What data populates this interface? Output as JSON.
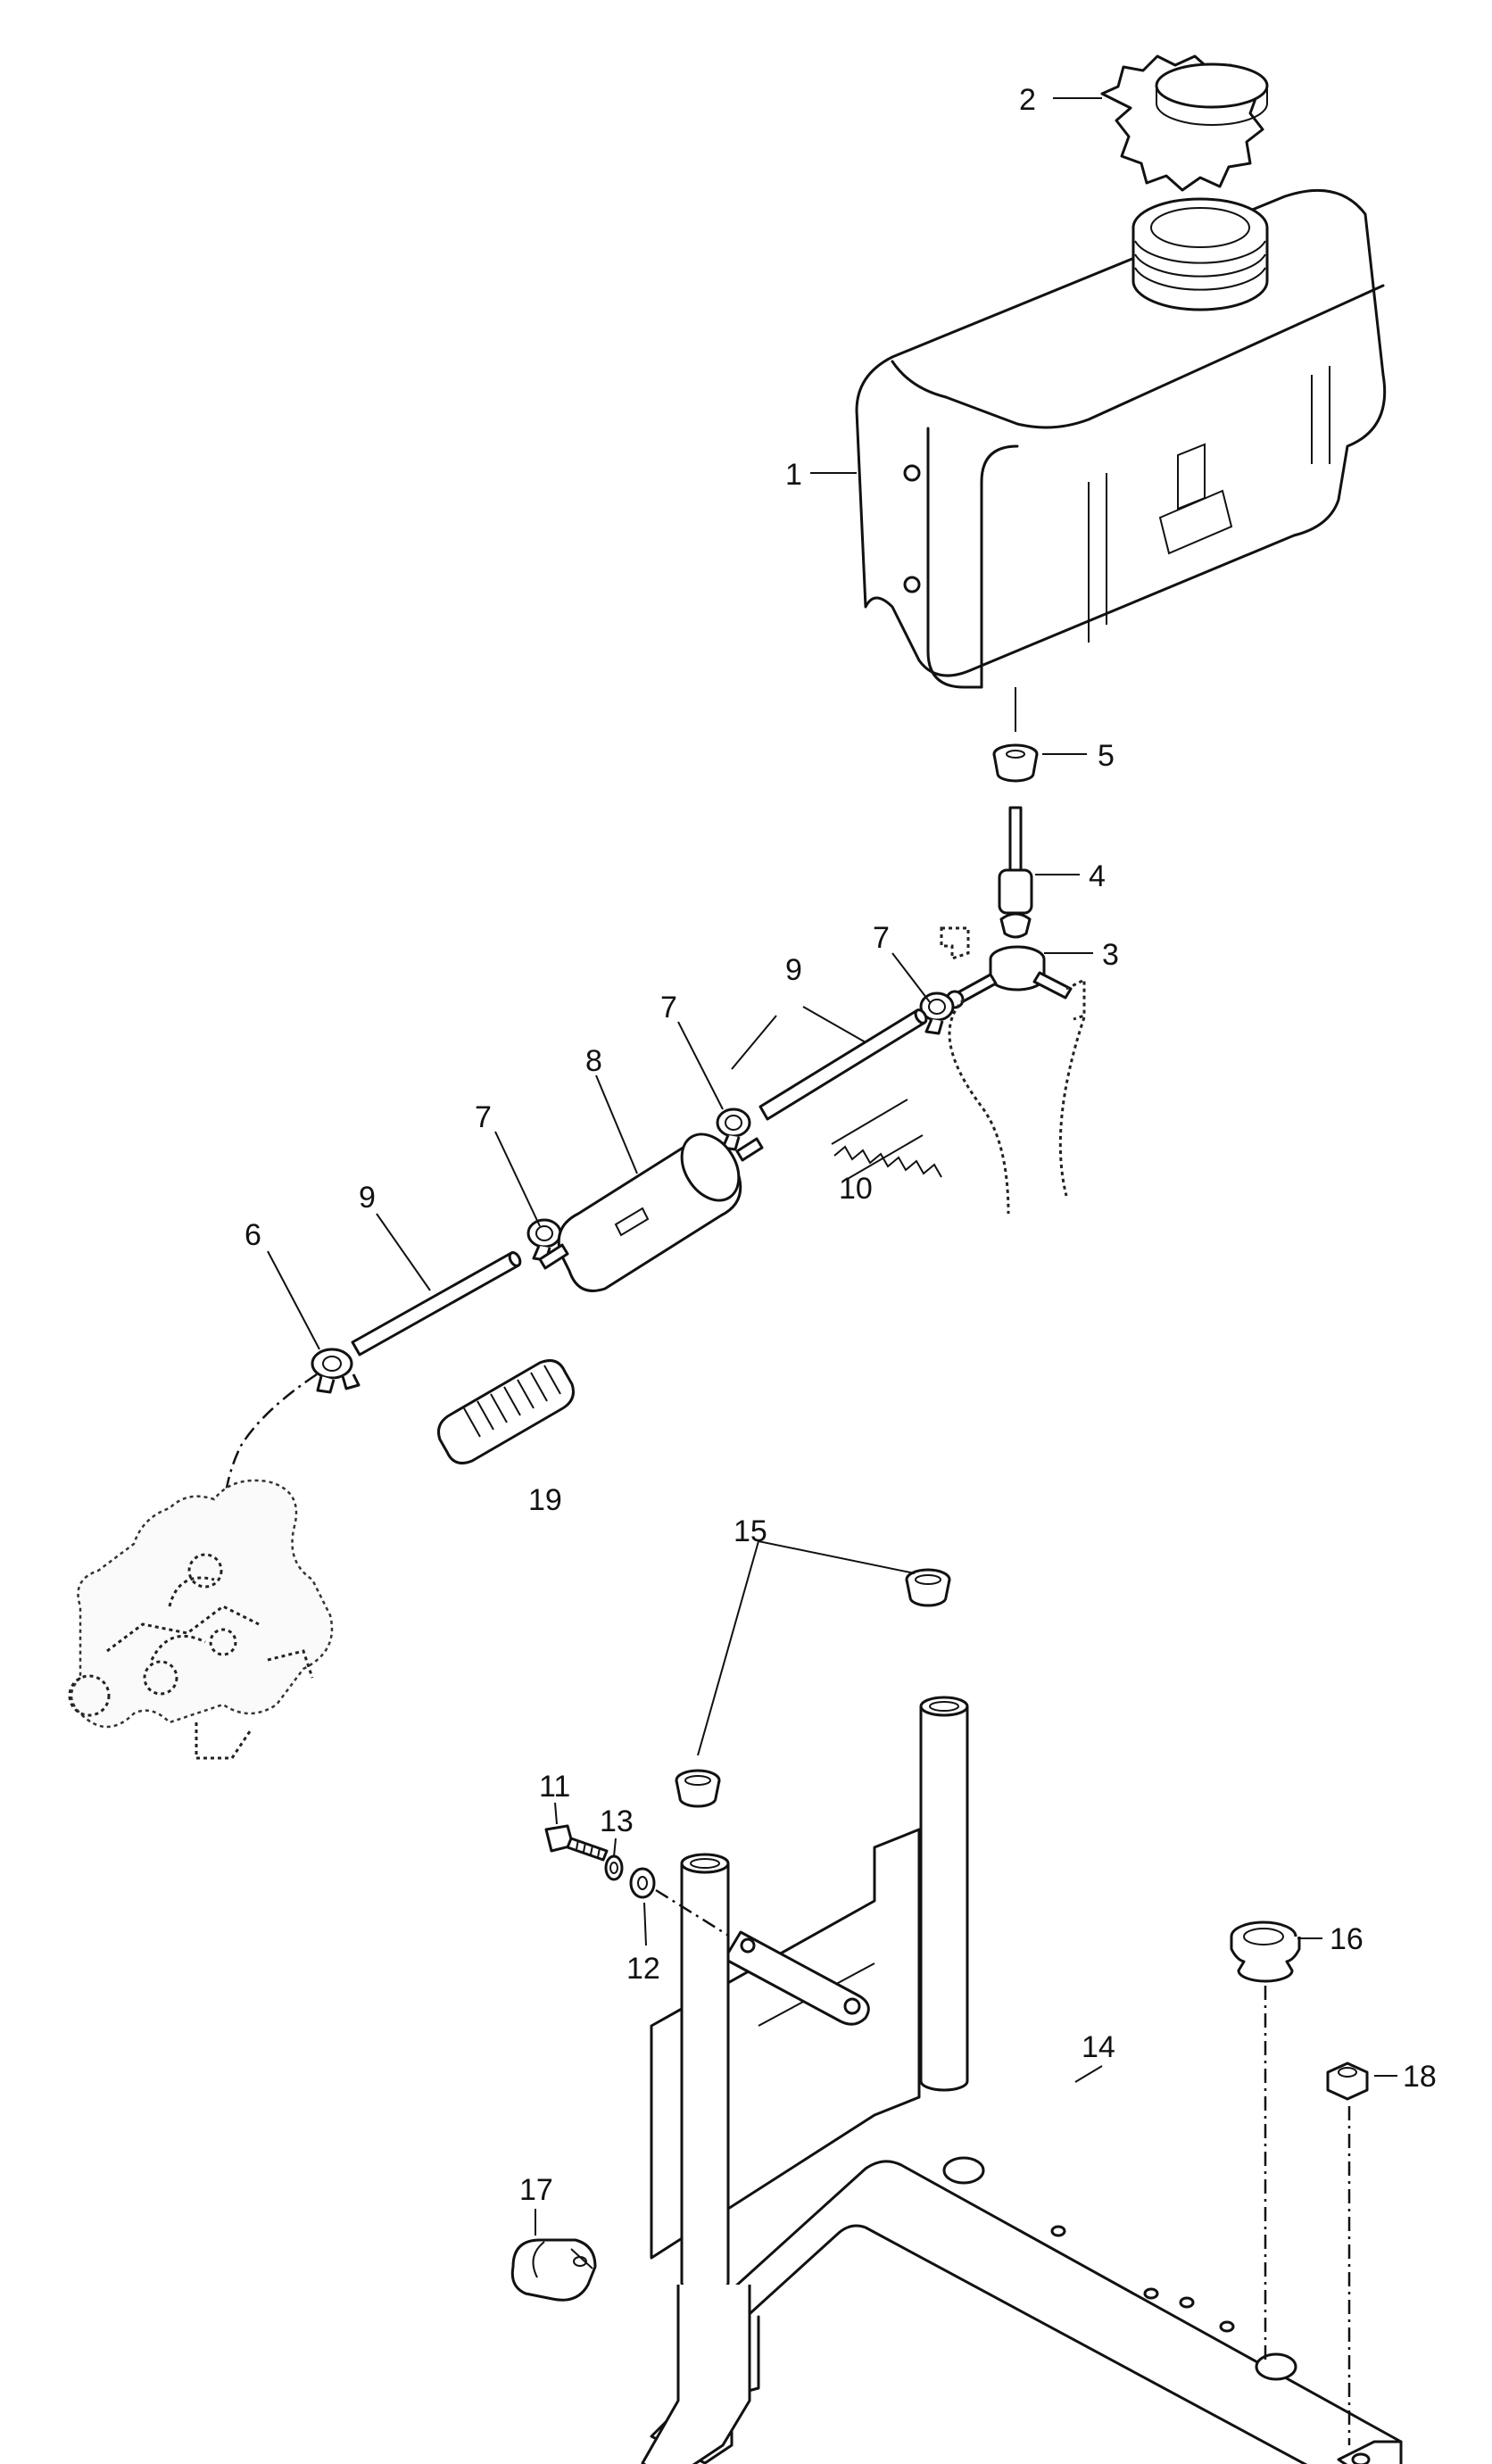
{
  "callouts": {
    "c1": "1",
    "c2": "2",
    "c3": "3",
    "c4": "4",
    "c5": "5",
    "c6": "6",
    "c7a": "7",
    "c7b": "7",
    "c7c": "7",
    "c8": "8",
    "c9a": "9",
    "c9b": "9",
    "c10": "10",
    "c11": "11",
    "c12": "12",
    "c13": "13",
    "c14": "14",
    "c15": "15",
    "c16": "16",
    "c17": "17",
    "c18": "18",
    "c19": "19"
  },
  "colors": {
    "ink": "#111111",
    "paper": "#ffffff"
  }
}
